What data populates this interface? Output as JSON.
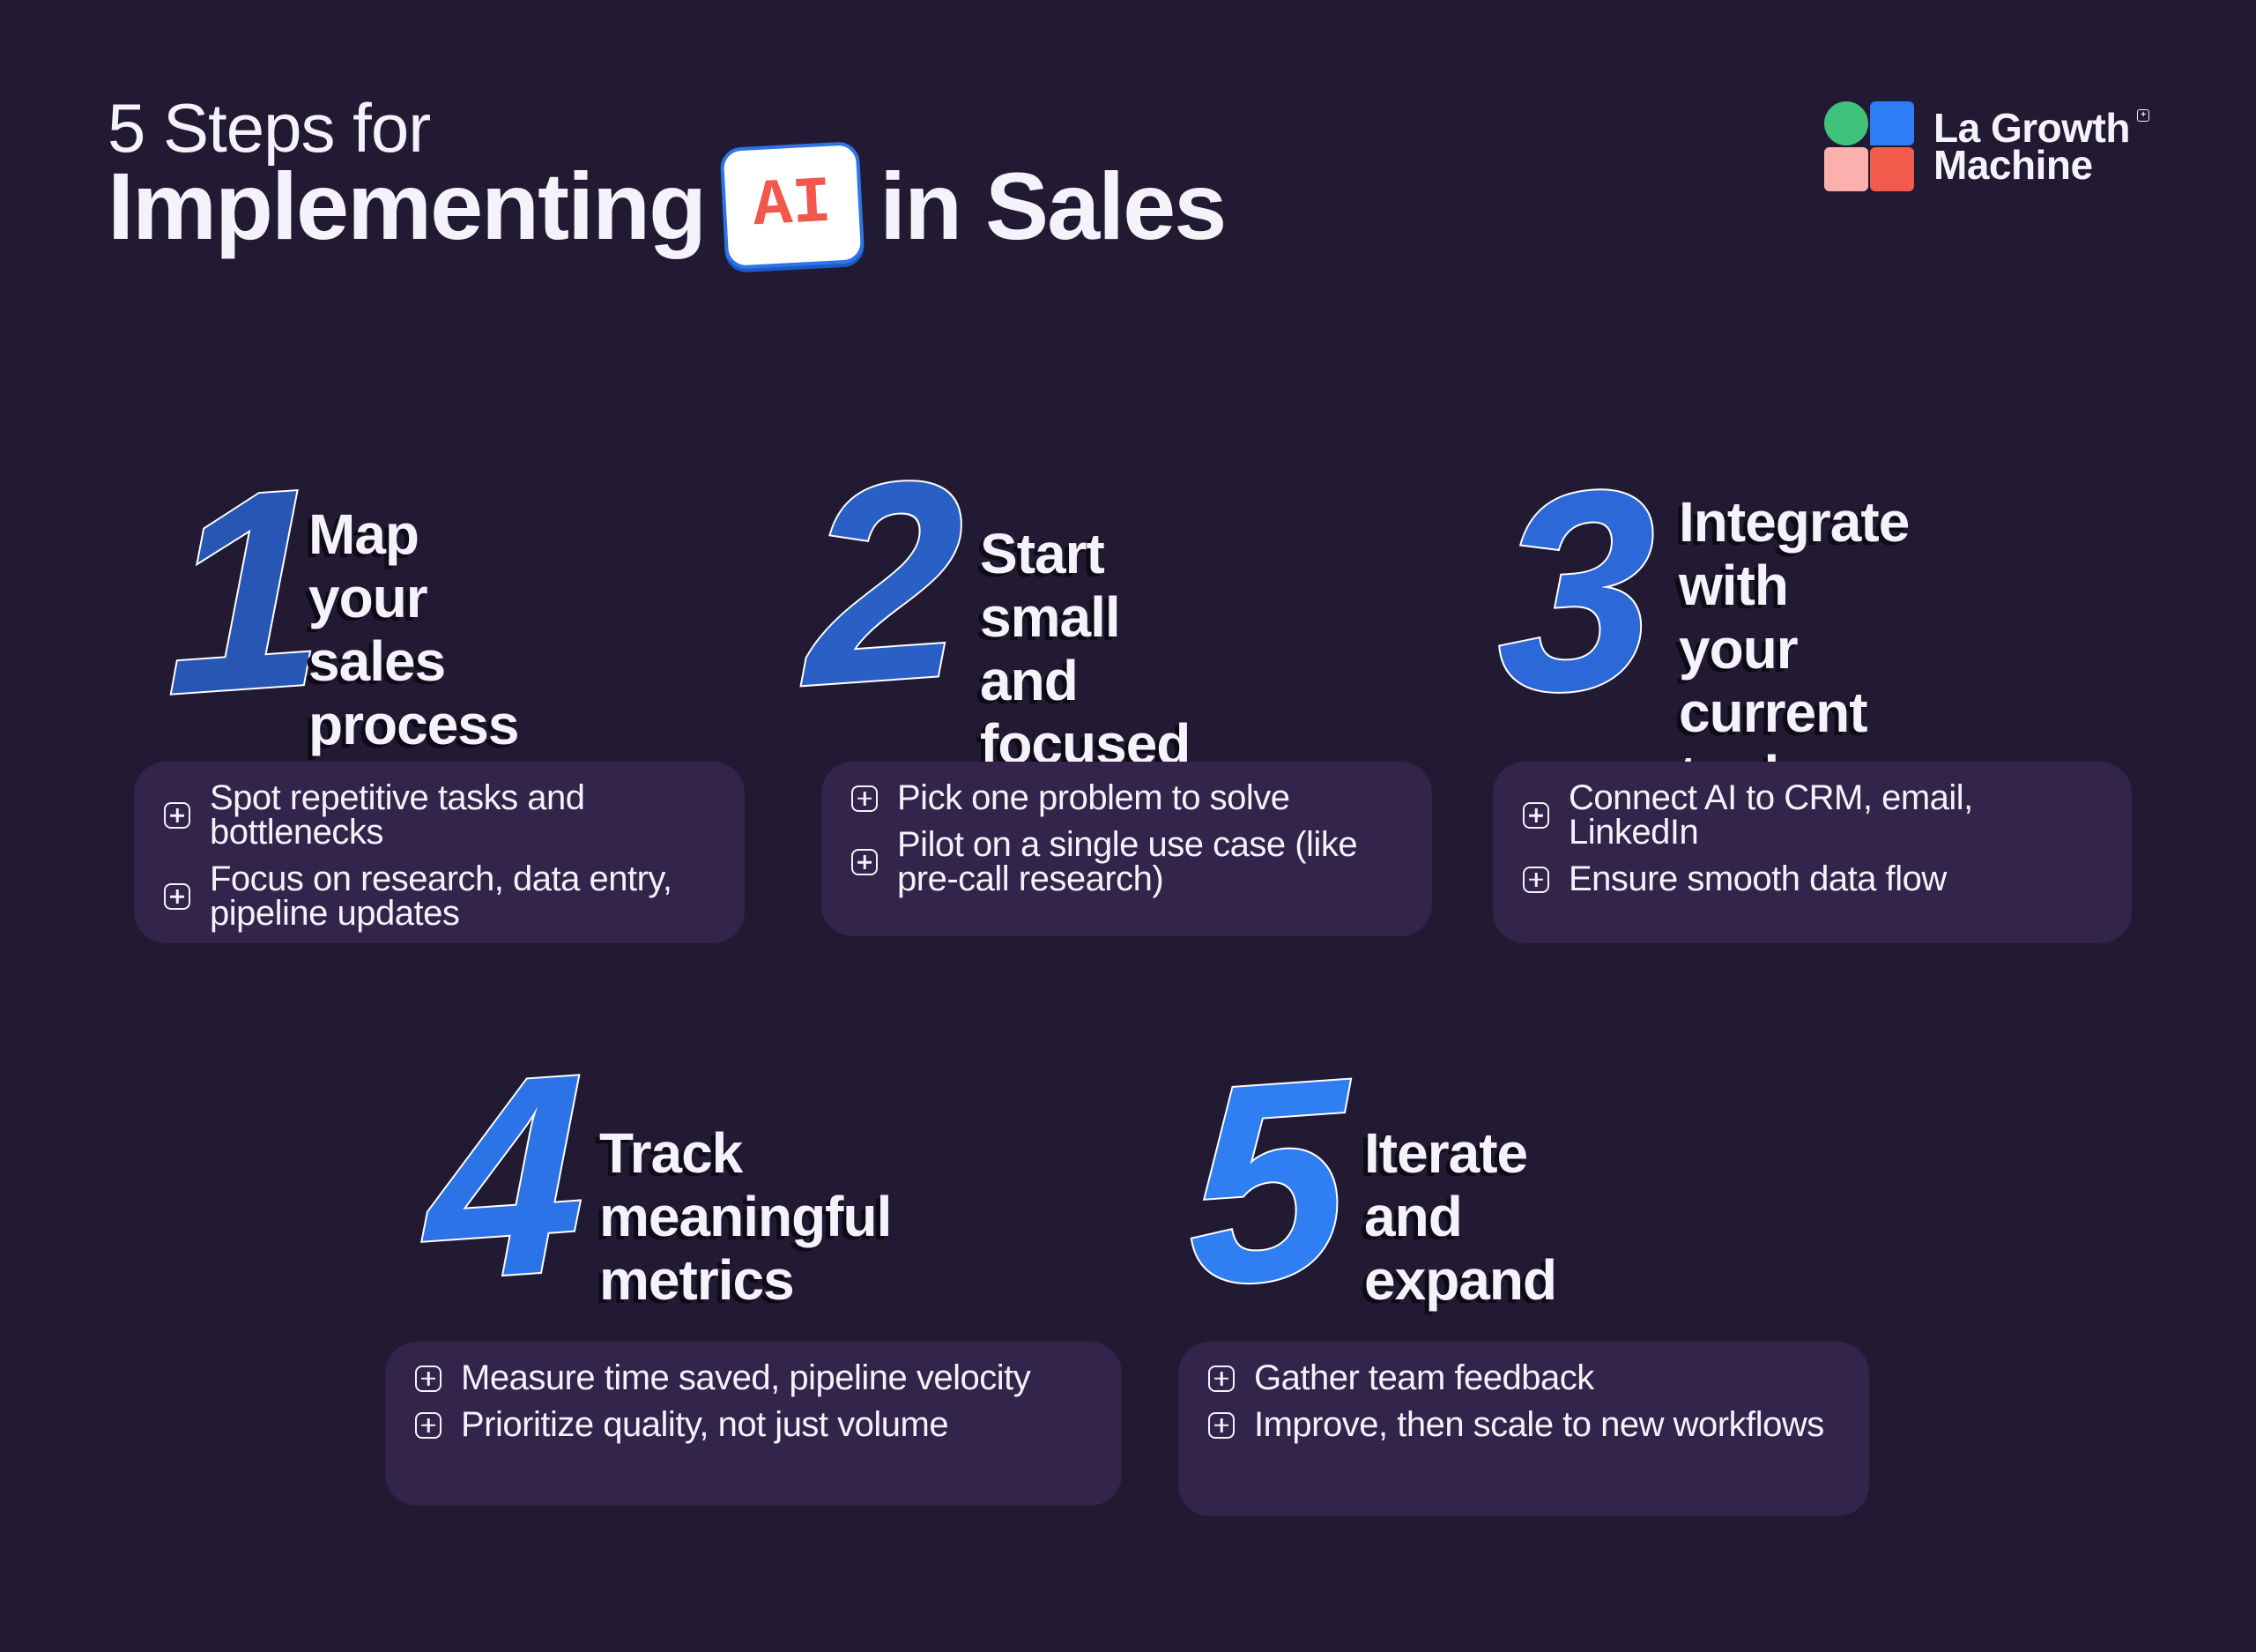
{
  "header": {
    "title_line1": "5 Steps for",
    "title_pre": "Implementing",
    "title_badge": "AI",
    "title_post": "in Sales"
  },
  "logo": {
    "line1": "La Growth",
    "line2": "Machine",
    "mark_colors": [
      "#3fc27a",
      "#2e7cf6",
      "#fbb0ae",
      "#f25a4c"
    ]
  },
  "colors": {
    "background": "#221a32",
    "card": "#32244a",
    "text": "#f4f2fa",
    "badge_text": "#f2574b",
    "badge_border": "#2e74e6",
    "numbers": [
      "#2856b4",
      "#2a5fc6",
      "#2c68d8",
      "#2d73e8",
      "#2f7ff2"
    ]
  },
  "steps": [
    {
      "number": "1",
      "title_line1": "Map your",
      "title_line2": "sales process",
      "title_line3": "",
      "bullets": [
        {
          "icon": "plus-square-icon",
          "text": "Spot repetitive tasks and bottlenecks"
        },
        {
          "icon": "plus-square-icon",
          "text": "Focus on research, data entry, pipeline updates"
        }
      ]
    },
    {
      "number": "2",
      "title_line1": "Start small",
      "title_line2": "and focused",
      "title_line3": "",
      "bullets": [
        {
          "icon": "plus-square-icon",
          "text": "Pick one problem to solve"
        },
        {
          "icon": "plus-square-icon",
          "text": "Pilot on a single use case (like pre-call research)"
        }
      ]
    },
    {
      "number": "3",
      "title_line1": "Integrate",
      "title_line2": "with your",
      "title_line3": "current tools",
      "bullets": [
        {
          "icon": "plus-square-icon",
          "text": "Connect AI to CRM, email, LinkedIn"
        },
        {
          "icon": "plus-square-icon",
          "text": "Ensure smooth data flow"
        }
      ]
    },
    {
      "number": "4",
      "title_line1": "Track meaningful",
      "title_line2": "metrics",
      "title_line3": "",
      "bullets": [
        {
          "icon": "plus-square-icon",
          "text": "Measure time saved, pipeline velocity"
        },
        {
          "icon": "plus-square-icon",
          "text": "Prioritize quality, not just volume"
        }
      ]
    },
    {
      "number": "5",
      "title_line1": "Iterate and",
      "title_line2": "expand",
      "title_line3": "",
      "bullets": [
        {
          "icon": "plus-square-icon",
          "text": "Gather team feedback"
        },
        {
          "icon": "plus-square-icon",
          "text": "Improve, then scale to new workflows"
        }
      ]
    }
  ]
}
